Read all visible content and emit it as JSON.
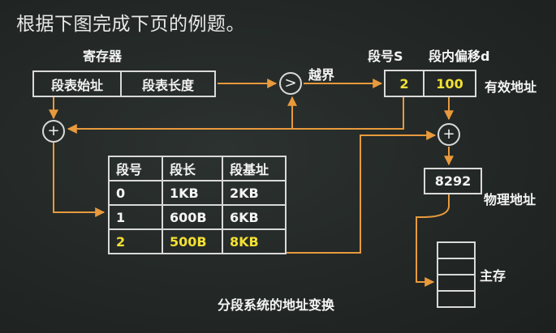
{
  "title": "根据下图完成下页的例题。",
  "register": {
    "caption": "寄存器",
    "segment_table_start": "段表始址",
    "segment_table_length": "段表长度"
  },
  "compare_symbol": ">",
  "out_of_bounds": "越界",
  "logical_address": {
    "segment_header": "段号S",
    "offset_header": "段内偏移d",
    "segment_value": "2",
    "offset_value": "100",
    "caption": "有效地址"
  },
  "adder_symbol": "+",
  "segment_table": {
    "headers": [
      "段号",
      "段长",
      "段基址"
    ],
    "rows": [
      {
        "segment": "0",
        "length": "1KB",
        "base": "2KB"
      },
      {
        "segment": "1",
        "length": "600B",
        "base": "6KB"
      },
      {
        "segment": "2",
        "length": "500B",
        "base": "8KB"
      }
    ],
    "highlighted_row": 2
  },
  "physical_address": {
    "value": "8292",
    "caption": "物理地址"
  },
  "main_memory": {
    "caption": "主存",
    "cells": 4
  },
  "diagram_caption": "分段系统的地址变换",
  "colors": {
    "background": "#232826",
    "text": "#f5f5f5",
    "highlight": "#f3e033",
    "box_border": "#d9d9d9",
    "arrow": "#e89a3c"
  },
  "icons": {
    "compare": "greater-than-comparator-icon",
    "adder": "plus-adder-icon"
  }
}
